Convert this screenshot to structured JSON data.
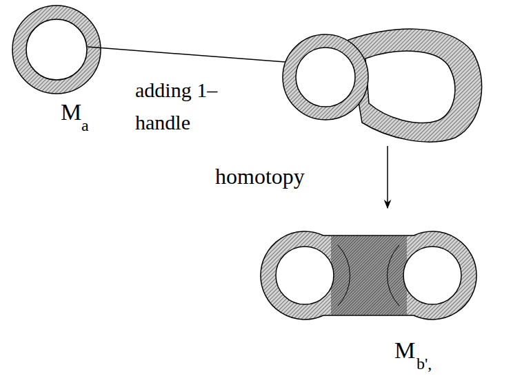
{
  "diagram": {
    "labels": [
      "M",
      "a",
      "adding 1–handle",
      "homotopy",
      "M",
      "b',"
    ]
  }
}
